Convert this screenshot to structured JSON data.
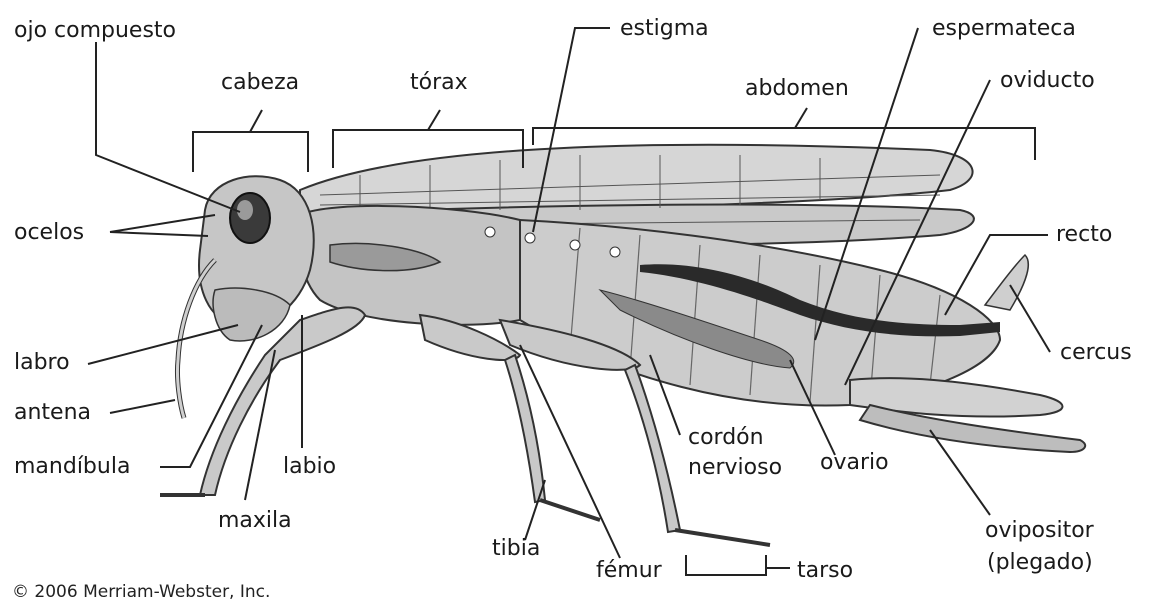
{
  "labels": {
    "ojo_compuesto": "ojo compuesto",
    "cabeza": "cabeza",
    "torax": "tórax",
    "abdomen": "abdomen",
    "estigma": "estigma",
    "espermateca": "espermateca",
    "oviducto": "oviducto",
    "ocelos": "ocelos",
    "recto": "recto",
    "labro": "labro",
    "cercus": "cercus",
    "antena": "antena",
    "cordon_nervioso_1": "cordón",
    "cordon_nervioso_2": "nervioso",
    "ovario": "ovario",
    "mandibula": "mandíbula",
    "labio": "labio",
    "maxila": "maxila",
    "tibia": "tibia",
    "femur": "fémur",
    "tarso": "tarso",
    "ovipositor_1": "ovipositor",
    "ovipositor_2": "(plegado)"
  },
  "copyright": "© 2006 Merriam-Webster, Inc.",
  "colors": {
    "ink": "#1a1a1a",
    "body_fill": "#c8c8c8",
    "wing_fill": "#d9d9d9",
    "dark_organ": "#2a2a2a"
  }
}
